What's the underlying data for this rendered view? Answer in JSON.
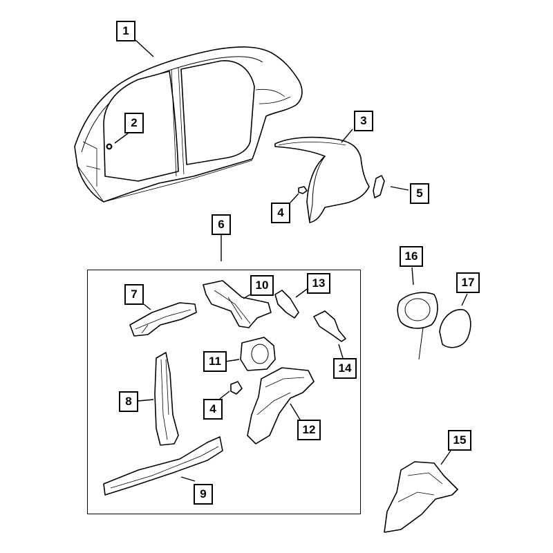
{
  "diagram": {
    "callouts": [
      {
        "id": "callout-1",
        "label": "1"
      },
      {
        "id": "callout-2",
        "label": "2"
      },
      {
        "id": "callout-3",
        "label": "3"
      },
      {
        "id": "callout-4a",
        "label": "4"
      },
      {
        "id": "callout-5",
        "label": "5"
      },
      {
        "id": "callout-6",
        "label": "6"
      },
      {
        "id": "callout-7",
        "label": "7"
      },
      {
        "id": "callout-8",
        "label": "8"
      },
      {
        "id": "callout-9",
        "label": "9"
      },
      {
        "id": "callout-10",
        "label": "10"
      },
      {
        "id": "callout-11",
        "label": "11"
      },
      {
        "id": "callout-4b",
        "label": "4"
      },
      {
        "id": "callout-12",
        "label": "12"
      },
      {
        "id": "callout-13",
        "label": "13"
      },
      {
        "id": "callout-14",
        "label": "14"
      },
      {
        "id": "callout-15",
        "label": "15"
      },
      {
        "id": "callout-16",
        "label": "16"
      },
      {
        "id": "callout-17",
        "label": "17"
      }
    ]
  }
}
